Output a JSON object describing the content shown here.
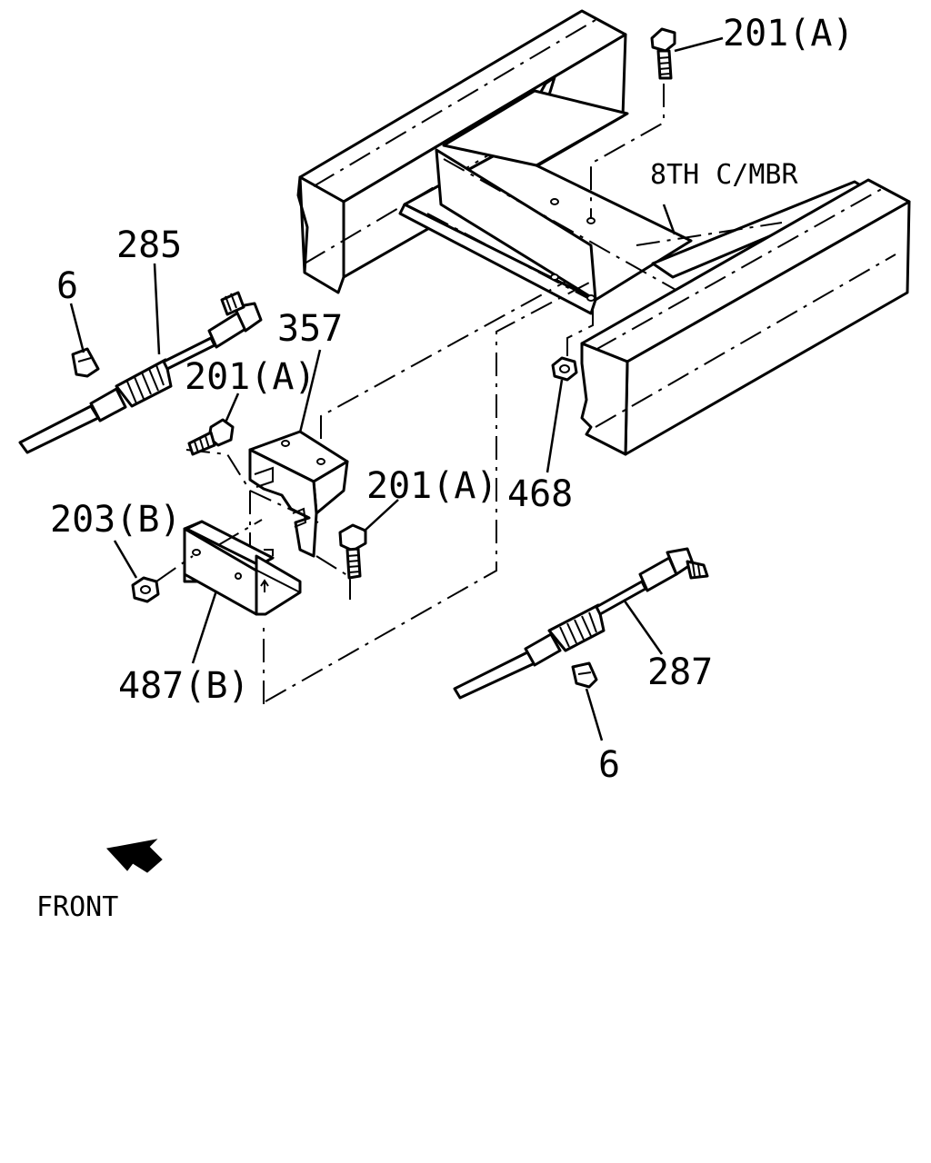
{
  "labels": {
    "bolt_top": "201(A)",
    "crossmember": "8TH C/MBR",
    "cable_left": "285",
    "clip_left": "6",
    "bracket_upper": "357",
    "bolt_left": "201(A)",
    "bolt_right": "201(A)",
    "nut_frame": "468",
    "nut_bracket": "203(B)",
    "bracket_lower": "487(B)",
    "cable_right": "287",
    "clip_right": "6",
    "front": "FRONT"
  },
  "icons": {
    "front_arrow": "arrow-down-left-icon"
  }
}
